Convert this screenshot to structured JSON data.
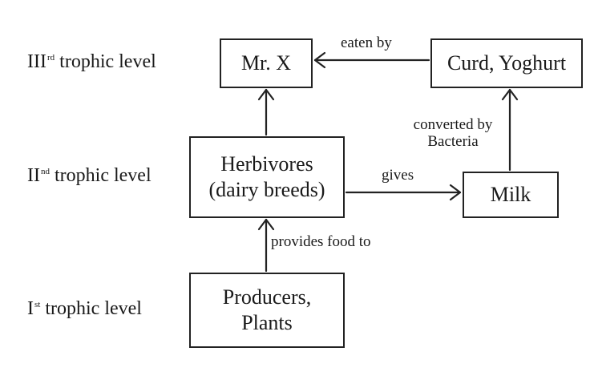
{
  "levels": {
    "third": {
      "numeral": "III",
      "suffix": "rd",
      "text": "trophic level"
    },
    "second": {
      "numeral": "II",
      "suffix": "nd",
      "text": "trophic level"
    },
    "first": {
      "numeral": "I",
      "suffix": "st",
      "text": "trophic level"
    }
  },
  "nodes": {
    "mr_x": "Mr. X",
    "curd": "Curd, Yoghurt",
    "herbivores_line1": "Herbivores",
    "herbivores_line2": "(dairy breeds)",
    "milk": "Milk",
    "producers_line1": "Producers,",
    "producers_line2": "Plants"
  },
  "edges": {
    "eaten_by": "eaten by",
    "converted_line1": "converted by",
    "converted_line2": "Bacteria",
    "gives": "gives",
    "provides_food": "provides food to"
  }
}
